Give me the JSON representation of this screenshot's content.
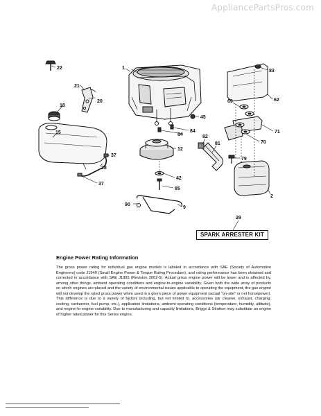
{
  "watermark": "AppliancePartsPros.com",
  "callouts": {
    "c1": "1",
    "c2": "2",
    "c9": "9",
    "c12": "12",
    "c15": "15",
    "c18": "18",
    "c20": "20",
    "c21": "21",
    "c22": "22",
    "c28": "28",
    "c29": "29",
    "c37a": "37",
    "c37b": "37",
    "c42": "42",
    "c45": "45",
    "c62": "62",
    "c69": "69",
    "c70": "70",
    "c71": "71",
    "c79": "79",
    "c81": "81",
    "c82": "82",
    "c83": "83",
    "c84a": "84",
    "c84b": "84",
    "c85": "85",
    "c90": "90"
  },
  "kit_label": "SPARK ARRESTER KIT",
  "rating": {
    "title": "Engine Power Rating Information",
    "body": "The gross power rating for individual gas engine models is labeled in accordance with SAE (Society of Automotive Engineers) code J1940 (Small Engine Power & Torque Rating Procedure), and rating performance has been obtained and corrected in accordance with SAE J1995 (Revision 2002-5). Actual gross engine power will be lower and is affected by, among other things, ambient operating conditions and engine-to-engine variability. Given both the wide array of products on which engines are placed and the variety of environmental issues applicable to operating the equipment, the gas engine will not develop the rated gross power when used in a given piece of power equipment (actual \"on-site\" or net horsepower). This difference is due to a variety of factors including, but not limited to, accessories (air cleaner, exhaust, charging, cooling, carburetor, fuel pump, etc.), application limitations, ambient operating conditions (temperature, humidity, altitude), and engine-to-engine variability. Due to manufacturing and capacity limitations, Briggs & Stratton may substitute an engine of higher rated power for this Series engine."
  }
}
